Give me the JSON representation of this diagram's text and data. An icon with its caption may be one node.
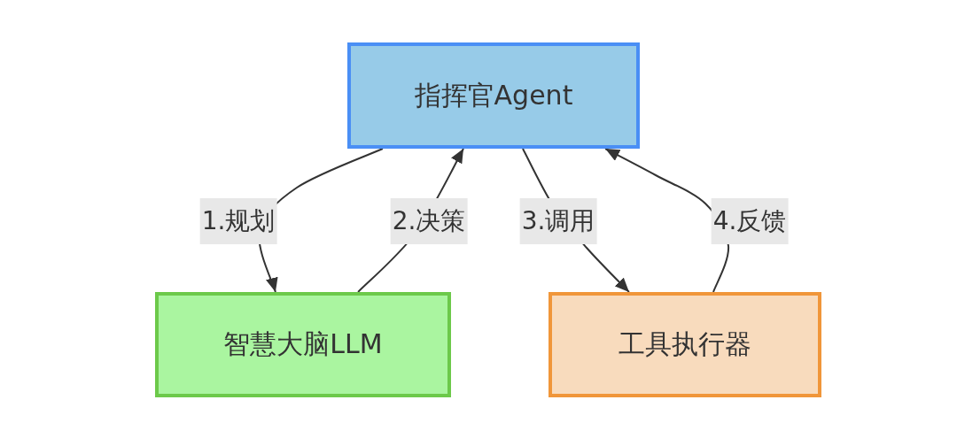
{
  "diagram": {
    "nodes": [
      {
        "text": [
          "指挥官Agent"
        ]
      },
      {
        "text": [
          "智慧大脑LLM"
        ]
      },
      {
        "text": [
          "工具执行器"
        ]
      }
    ],
    "edges": [
      {
        "from": 0,
        "to": 1,
        "arrow": "to",
        "label": "1.规划"
      },
      {
        "from": 1,
        "to": 0,
        "arrow": "to",
        "label": "2.决策"
      },
      {
        "from": 0,
        "to": 2,
        "arrow": "to",
        "label": "3.调用"
      },
      {
        "from": 2,
        "to": 0,
        "arrow": "to",
        "label": "4.反馈"
      }
    ]
  }
}
